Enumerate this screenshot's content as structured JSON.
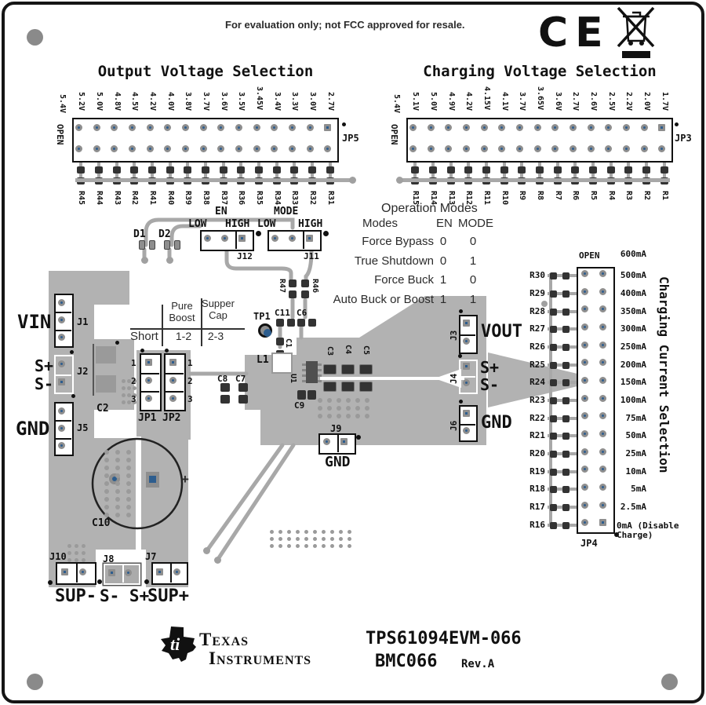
{
  "notices": {
    "top": "For evaluation only; not FCC approved for resale.",
    "ce_mark": "CE"
  },
  "output_voltage_selection": {
    "title": "Output Voltage Selection",
    "open_label": "OPEN",
    "open_value": "5.4V",
    "connector": "JP5",
    "options": [
      {
        "voltage": "5.2V",
        "resistor": "R45"
      },
      {
        "voltage": "5.0V",
        "resistor": "R44"
      },
      {
        "voltage": "4.8V",
        "resistor": "R43"
      },
      {
        "voltage": "4.5V",
        "resistor": "R42"
      },
      {
        "voltage": "4.2V",
        "resistor": "R41"
      },
      {
        "voltage": "4.0V",
        "resistor": "R40"
      },
      {
        "voltage": "3.8V",
        "resistor": "R39"
      },
      {
        "voltage": "3.7V",
        "resistor": "R38"
      },
      {
        "voltage": "3.6V",
        "resistor": "R37"
      },
      {
        "voltage": "3.5V",
        "resistor": "R36"
      },
      {
        "voltage": "3.45V",
        "resistor": "R35"
      },
      {
        "voltage": "3.4V",
        "resistor": "R34"
      },
      {
        "voltage": "3.3V",
        "resistor": "R33"
      },
      {
        "voltage": "3.0V",
        "resistor": "R32"
      },
      {
        "voltage": "2.7V",
        "resistor": "R31"
      }
    ]
  },
  "charging_voltage_selection": {
    "title": "Charging Voltage Selection",
    "open_label": "OPEN",
    "open_value": "5.4V",
    "connector": "JP3",
    "options": [
      {
        "voltage": "5.1V",
        "resistor": "R15"
      },
      {
        "voltage": "5.0V",
        "resistor": "R14"
      },
      {
        "voltage": "4.9V",
        "resistor": "R13"
      },
      {
        "voltage": "4.2V",
        "resistor": "R12"
      },
      {
        "voltage": "4.15V",
        "resistor": "R11"
      },
      {
        "voltage": "4.1V",
        "resistor": "R10"
      },
      {
        "voltage": "3.7V",
        "resistor": "R9"
      },
      {
        "voltage": "3.65V",
        "resistor": "R8"
      },
      {
        "voltage": "3.6V",
        "resistor": "R7"
      },
      {
        "voltage": "2.7V",
        "resistor": "R6"
      },
      {
        "voltage": "2.6V",
        "resistor": "R5"
      },
      {
        "voltage": "2.5V",
        "resistor": "R4"
      },
      {
        "voltage": "2.2V",
        "resistor": "R3"
      },
      {
        "voltage": "2.0V",
        "resistor": "R2"
      },
      {
        "voltage": "1.7V",
        "resistor": "R1"
      }
    ]
  },
  "charging_current_selection": {
    "title": "Charging Current Selection",
    "open_label": "OPEN",
    "open_value": "600mA",
    "connector": "JP4",
    "options": [
      {
        "current": "500mA",
        "resistor": "R30"
      },
      {
        "current": "400mA",
        "resistor": "R29"
      },
      {
        "current": "350mA",
        "resistor": "R28"
      },
      {
        "current": "300mA",
        "resistor": "R27"
      },
      {
        "current": "250mA",
        "resistor": "R26"
      },
      {
        "current": "200mA",
        "resistor": "R25"
      },
      {
        "current": "150mA",
        "resistor": "R24"
      },
      {
        "current": "100mA",
        "resistor": "R23"
      },
      {
        "current": "75mA",
        "resistor": "R22"
      },
      {
        "current": "50mA",
        "resistor": "R21"
      },
      {
        "current": "25mA",
        "resistor": "R20"
      },
      {
        "current": "10mA",
        "resistor": "R19"
      },
      {
        "current": "5mA",
        "resistor": "R18"
      },
      {
        "current": "2.5mA",
        "resistor": "R17"
      },
      {
        "current": "0mA (Disable Charge)",
        "resistor": "R16"
      }
    ]
  },
  "mode_control": {
    "en_group": {
      "label": "EN",
      "low": "LOW",
      "high": "HIGH",
      "connector": "J12"
    },
    "mode_group": {
      "label": "MODE",
      "low": "LOW",
      "high": "HIGH",
      "connector": "J11"
    },
    "diodes": [
      "D1",
      "D2"
    ],
    "resistors": [
      "R47",
      "R46"
    ]
  },
  "operation_modes": {
    "title": "Operation Modes",
    "columns": [
      "Modes",
      "EN",
      "MODE"
    ],
    "rows": [
      {
        "name": "Force Bypass",
        "en": "0",
        "mode": "0"
      },
      {
        "name": "True Shutdown",
        "en": "0",
        "mode": "1"
      },
      {
        "name": "Force Buck",
        "en": "1",
        "mode": "0"
      },
      {
        "name": "Auto Buck or Boost",
        "en": "1",
        "mode": "1"
      }
    ]
  },
  "storage_config": {
    "short_label": "Short",
    "pure_boost_header": "Pure Boost",
    "pure_boost_pins": "1-2",
    "supper_cap_header": "Supper Cap",
    "supper_cap_pins": "2-3",
    "jumpers": [
      "JP1",
      "JP2"
    ],
    "pin_numbers": [
      "1",
      "2",
      "3"
    ]
  },
  "connectors": {
    "j1": {
      "ref": "J1",
      "label": "VIN"
    },
    "j2": {
      "ref": "J2",
      "labels": [
        "S+",
        "S-"
      ]
    },
    "j5": {
      "ref": "J5",
      "label": "GND"
    },
    "j3": {
      "ref": "J3",
      "label": "VOUT"
    },
    "j4": {
      "ref": "J4",
      "labels": [
        "S+",
        "S-"
      ]
    },
    "j6": {
      "ref": "J6",
      "label": "GND"
    },
    "j9": {
      "ref": "J9",
      "label": "GND"
    },
    "j10": {
      "ref": "J10",
      "label": "SUP-"
    },
    "j8": {
      "ref": "J8",
      "label": "S- S+"
    },
    "j7": {
      "ref": "J7",
      "label": "SUP+"
    }
  },
  "components": {
    "tp1": "TP1",
    "c1": "C1",
    "c2": "C2",
    "c3": "C3",
    "c4": "C4",
    "c5": "C5",
    "c6": "C6",
    "c7": "C7",
    "c8": "C8",
    "c9": "C9",
    "c10": "C10",
    "c11": "C11",
    "l1": "L1",
    "u1": "U1",
    "plus_mark": "+"
  },
  "footer": {
    "brand_top": "Texas",
    "brand_bottom": "Instruments",
    "part_number": "TPS61094EVM-066",
    "board_id": "BMC066",
    "revision": "Rev.A"
  },
  "colors": {
    "pour": "#b2b2b2",
    "trace": "#a8a8a8",
    "pad_ring": "#8e8e8e",
    "pin_blue": "#2d5d8e",
    "silk": "#111111"
  }
}
